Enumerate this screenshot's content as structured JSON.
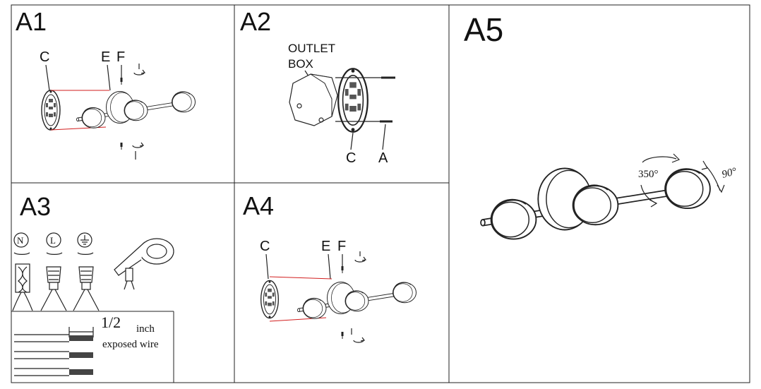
{
  "panels": {
    "a1": {
      "label": "A1",
      "parts": {
        "c": "C",
        "e": "E",
        "f": "F"
      }
    },
    "a2": {
      "label": "A2",
      "outlet_line1": "OUTLET",
      "outlet_line2": "BOX",
      "parts": {
        "c": "C",
        "a": "A"
      }
    },
    "a3": {
      "label": "A3",
      "wires": {
        "n": "N",
        "l": "L"
      },
      "fraction": "1/2",
      "unit": "inch",
      "caption": "exposed wire"
    },
    "a4": {
      "label": "A4",
      "parts": {
        "c": "C",
        "e": "E",
        "f": "F"
      }
    },
    "a5": {
      "label": "A5",
      "rotation_horizontal": "350°",
      "rotation_vertical": "90°"
    }
  },
  "icons": [
    "screwdriver-icon",
    "rotate-arrow-icon",
    "ground-symbol-icon",
    "wire-nut-icon",
    "electrical-tape-icon"
  ]
}
